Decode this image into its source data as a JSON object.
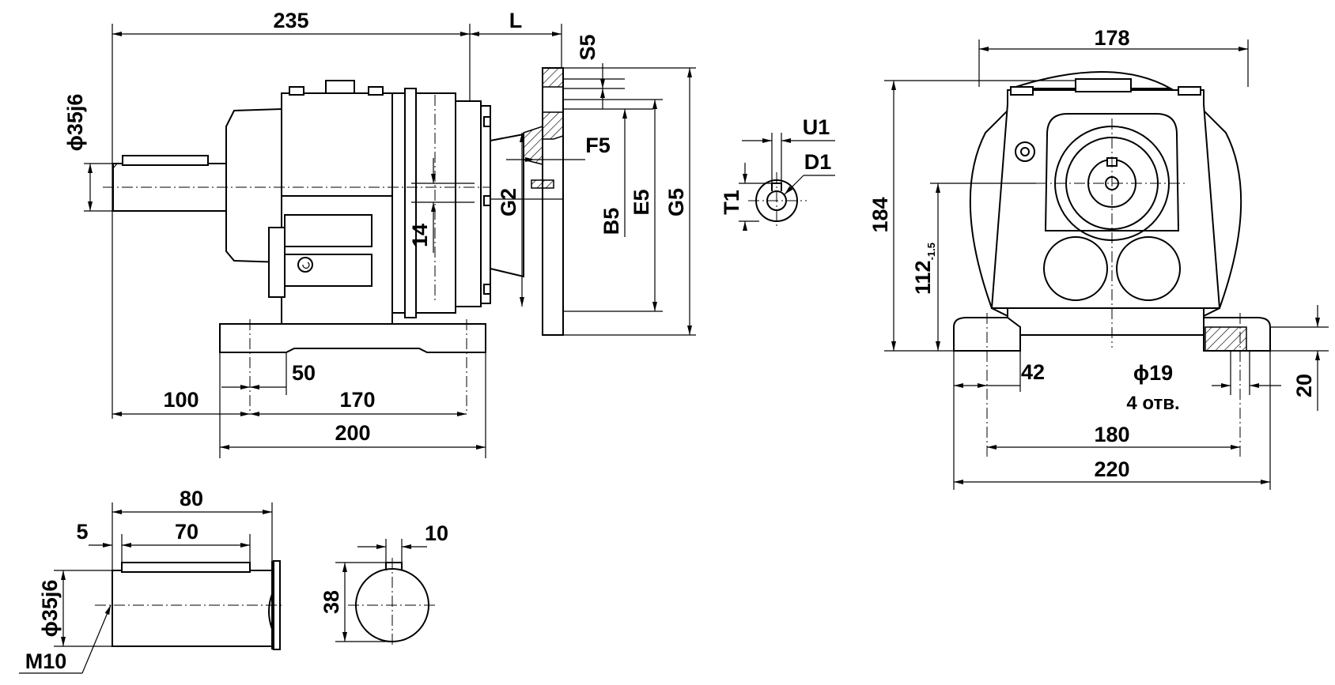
{
  "side_view": {
    "overall_length": "235",
    "flange_offset": "L",
    "shaft_diameter": "ϕ35j6",
    "flange_thickness": "S5",
    "flange_f5": "F5",
    "flange_g2": "G2",
    "flange_b5": "B5",
    "flange_e5": "E5",
    "flange_g5": "G5",
    "height_14": "14",
    "foot_50": "50",
    "shaft_to_foot": "100",
    "foot_hole_spacing": "170",
    "foot_length": "200"
  },
  "shaft_end_detail": {
    "u1": "U1",
    "d1": "D1",
    "t1": "T1"
  },
  "front_view": {
    "width": "178",
    "height": "184",
    "axis_height": "112",
    "axis_tolerance": "-1.5",
    "foot_edge": "42",
    "hole_diameter": "ϕ19",
    "hole_count": "4 отв.",
    "foot_thickness": "20",
    "hole_spacing": "180",
    "base_width": "220"
  },
  "shaft_detail": {
    "shaft_length": "80",
    "key_length": "70",
    "key_offset": "5",
    "shaft_diameter": "ϕ35j6",
    "thread": "M10"
  },
  "key_section": {
    "key_width": "10",
    "key_height": "38"
  }
}
